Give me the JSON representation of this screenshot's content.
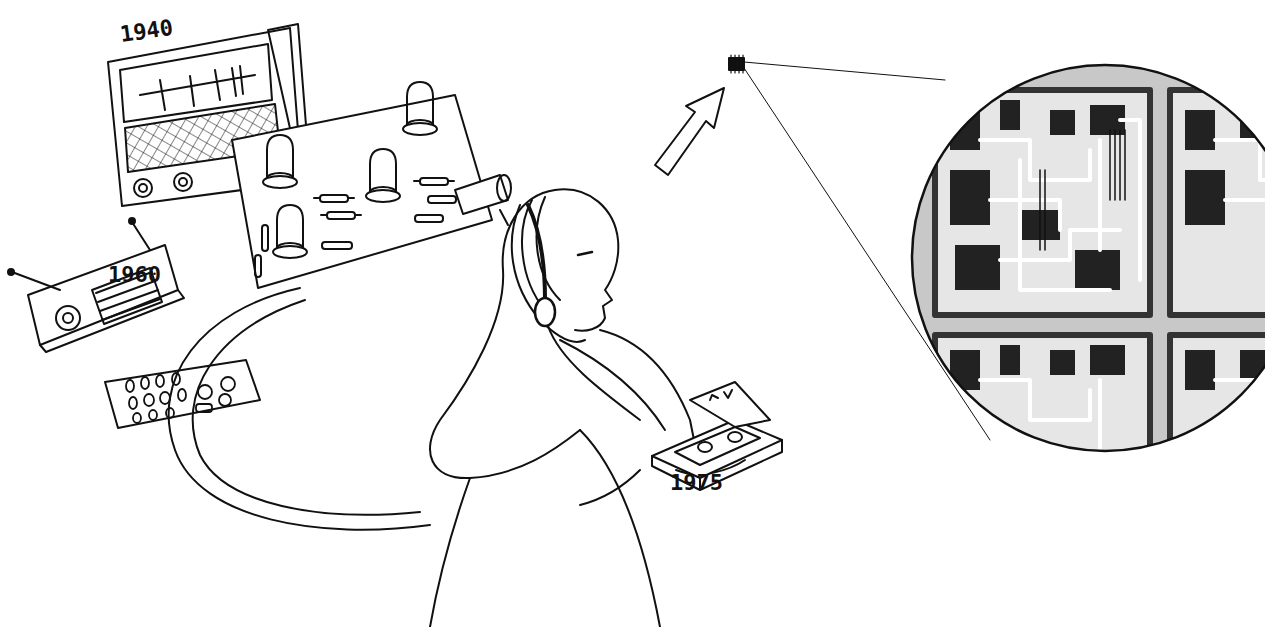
{
  "diagram": {
    "labels": [
      "1940",
      "1960",
      "1975"
    ]
  }
}
